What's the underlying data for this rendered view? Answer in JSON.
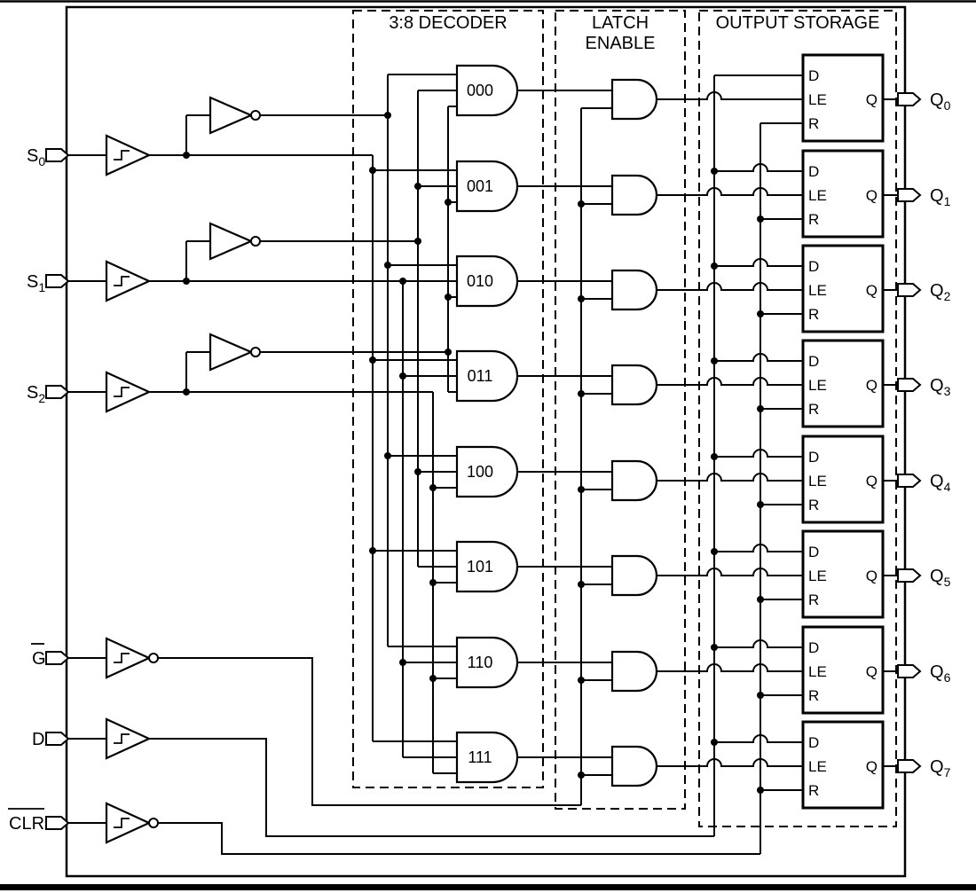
{
  "figure": {
    "titles": {
      "decoder": "3:8 DECODER",
      "latch": [
        "LATCH",
        "ENABLE"
      ],
      "output_storage": "OUTPUT STORAGE"
    },
    "decoder_codes": [
      "000",
      "001",
      "010",
      "011",
      "100",
      "101",
      "110",
      "111"
    ],
    "latch_pins": {
      "data": "D",
      "enable": "LE",
      "reset": "R",
      "out": "Q"
    },
    "inputs": [
      {
        "label": "S",
        "sub": "0",
        "overline": false,
        "schmitt": true,
        "inverting": false
      },
      {
        "label": "S",
        "sub": "1",
        "overline": false,
        "schmitt": true,
        "inverting": false
      },
      {
        "label": "S",
        "sub": "2",
        "overline": false,
        "schmitt": true,
        "inverting": false
      },
      {
        "label": "G",
        "sub": "",
        "overline": true,
        "schmitt": true,
        "inverting": true
      },
      {
        "label": "D",
        "sub": "",
        "overline": false,
        "schmitt": true,
        "inverting": false
      },
      {
        "label": "CLR",
        "sub": "",
        "overline": true,
        "schmitt": true,
        "inverting": true
      }
    ],
    "outputs": [
      {
        "label": "Q",
        "sub": "0"
      },
      {
        "label": "Q",
        "sub": "1"
      },
      {
        "label": "Q",
        "sub": "2"
      },
      {
        "label": "Q",
        "sub": "3"
      },
      {
        "label": "Q",
        "sub": "4"
      },
      {
        "label": "Q",
        "sub": "5"
      },
      {
        "label": "Q",
        "sub": "6"
      },
      {
        "label": "Q",
        "sub": "7"
      }
    ],
    "colors": {
      "ink": "#000000",
      "paper": "#ffffff"
    }
  }
}
